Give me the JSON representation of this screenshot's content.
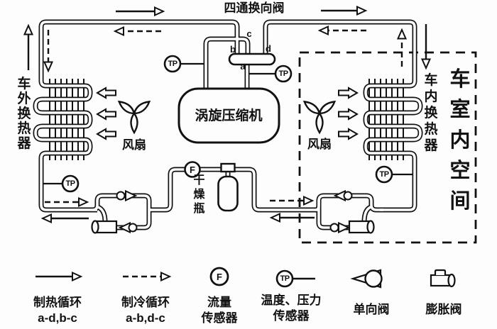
{
  "diagram": {
    "valve_label": "四通换向阀",
    "compressor_label": "涡旋压缩机",
    "outdoor_exchanger_label": "车外换热器",
    "indoor_exchanger_label": "车内换热器",
    "cabin_space_label": "车室内空间",
    "fan_left_label": "风扇",
    "fan_right_label": "风扇",
    "dryer_bottle_label": "干燥瓶",
    "port_a": "a",
    "port_b": "b",
    "port_c": "c",
    "port_d": "d",
    "tp_symbol": "TP",
    "flow_symbol": "F"
  },
  "legend": {
    "heating_cycle_label": "制热循环\na-d,b-c",
    "cooling_cycle_label": "制冷循环\na-b,d-c",
    "flow_sensor_symbol": "F",
    "flow_sensor_label": "流量\n传感器",
    "tp_sensor_symbol": "TP",
    "tp_sensor_label": "温度、压力\n传感器",
    "check_valve_label": "单向阀",
    "expansion_valve_label": "膨胀阀"
  },
  "colors": {
    "line": "#111111",
    "background": "#fdfdfd"
  }
}
